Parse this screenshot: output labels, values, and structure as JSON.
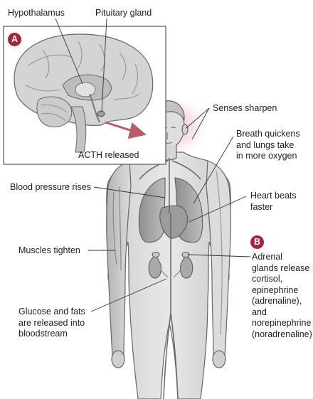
{
  "labels": {
    "hypothalamus": "Hypothalamus",
    "pituitary": "Pituitary gland",
    "acth": "ACTH released",
    "senses": "Senses sharpen",
    "breath": "Breath quickens\nand lungs take\nin more oxygen",
    "blood_pressure": "Blood pressure rises",
    "heart": "Heart beats\nfaster",
    "muscles": "Muscles tighten",
    "adrenal": "Adrenal\nglands release\ncortisol,\nepinephrine\n(adrenaline),\nand\nnorepinephrine\n(noradrenaline)",
    "glucose": "Glucose and fats\nare released into\nbloodstream"
  },
  "badges": {
    "a": "A",
    "b": "B"
  },
  "colors": {
    "badge": "#a8243c",
    "glow": "#e7aab6",
    "arrow": "#b95a66",
    "outline": "#555555",
    "fill": "#d9d9d9",
    "organ": "#a9a9a9"
  }
}
